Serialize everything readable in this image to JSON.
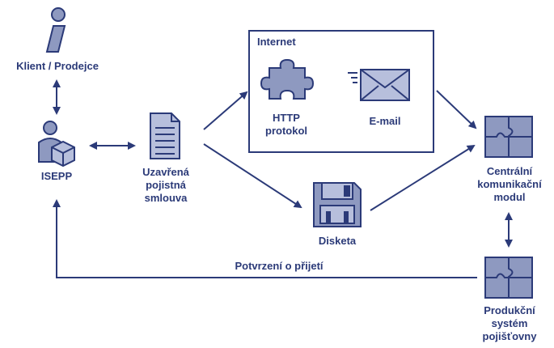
{
  "colors": {
    "ink": "#2b3a78",
    "icon_fill": "#8e99c0",
    "icon_fill_light": "#b7bfdc",
    "stroke": "#2b3a78"
  },
  "labels": {
    "client": "Klient / Prodejce",
    "isepp": "ISEPP",
    "contract": [
      "Uzavřená",
      "pojistná",
      "smlouva"
    ],
    "internet": "Internet",
    "http": [
      "HTTP",
      "protokol"
    ],
    "email": "E-mail",
    "disk": "Disketa",
    "central": [
      "Centrální",
      "komunikační",
      "modul"
    ],
    "confirm": "Potvrzení o přijetí",
    "production": [
      "Produkční",
      "systém",
      "pojišťovny"
    ]
  },
  "icons": {
    "client": "person-info-icon",
    "isepp": "person-box-icon",
    "contract": "document-icon",
    "http": "puzzle-piece-icon",
    "email": "envelope-icon",
    "disk": "floppy-disk-icon",
    "central": "puzzle-block-icon",
    "production": "puzzle-block-icon"
  }
}
